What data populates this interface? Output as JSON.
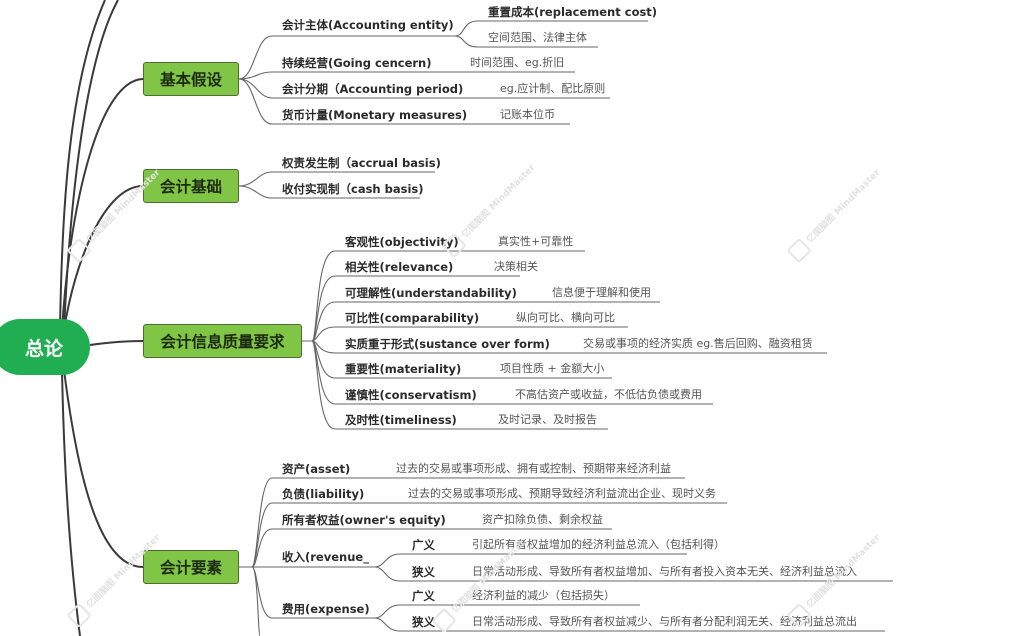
{
  "mindmap": {
    "root": {
      "label": "总论",
      "color": "#21ad52"
    },
    "topic_color": "#80c545",
    "topics": [
      {
        "label": "基本假设",
        "children": [
          {
            "label": "会计主体(Accounting entity)",
            "children": [
              {
                "label": "重置成本(replacement cost)"
              },
              {
                "label": "空间范围、法律主体"
              }
            ]
          },
          {
            "label": "持续经营(Going cencern)",
            "note": "时间范围、eg.折旧"
          },
          {
            "label": "会计分期（Accounting period)",
            "note": "eg.应计制、配比原则"
          },
          {
            "label": "货币计量(Monetary measures)",
            "note": "记账本位币"
          }
        ]
      },
      {
        "label": "会计基础",
        "children": [
          {
            "label": "权责发生制（accrual basis)"
          },
          {
            "label": "收付实现制（cash basis)"
          }
        ]
      },
      {
        "label": "会计信息质量要求",
        "children": [
          {
            "label": "客观性(objectivity)",
            "note": "真实性+可靠性"
          },
          {
            "label": "相关性(relevance)",
            "note": "决策相关"
          },
          {
            "label": "可理解性(understandability)",
            "note": "信息便于理解和使用"
          },
          {
            "label": "可比性(comparability)",
            "note": "纵向可比、横向可比"
          },
          {
            "label": "实质重于形式(sustance over form)",
            "note": "交易或事项的经济实质 eg.售后回购、融资租赁"
          },
          {
            "label": "重要性(materiality)",
            "note": "项目性质 + 金额大小"
          },
          {
            "label": "谨慎性(conservatism)",
            "note": "不高估资产或收益，不低估负债或费用"
          },
          {
            "label": "及时性(timeliness)",
            "note": "及时记录、及时报告"
          }
        ]
      },
      {
        "label": "会计要素",
        "children": [
          {
            "label": "资产(asset)",
            "note": "过去的交易或事项形成、拥有或控制、预期带来经济利益"
          },
          {
            "label": "负债(liability)",
            "note": "过去的交易或事项形成、预期导致经济利益流出企业、现时义务"
          },
          {
            "label": "所有者权益(owner's equity)",
            "note": "资产扣除负债、剩余权益"
          },
          {
            "label": "收入(revenue_",
            "children": [
              {
                "label": "广义",
                "note": "引起所有者权益增加的经济利益总流入（包括利得）"
              },
              {
                "label": "狭义",
                "note": "日常活动形成、导致所有者权益增加、与所有者投入资本无关、经济利益总流入"
              }
            ]
          },
          {
            "label": "费用(expense)",
            "children": [
              {
                "label": "广义",
                "note": "经济利益的减少（包括损失）"
              },
              {
                "label": "狭义",
                "note": "日常活动形成、导致所有者权益减少、与所有者分配利润无关、经济利益总流出"
              }
            ]
          }
        ]
      }
    ]
  },
  "watermark": {
    "cn": "亿图脑图",
    "en": "MindMaster"
  }
}
